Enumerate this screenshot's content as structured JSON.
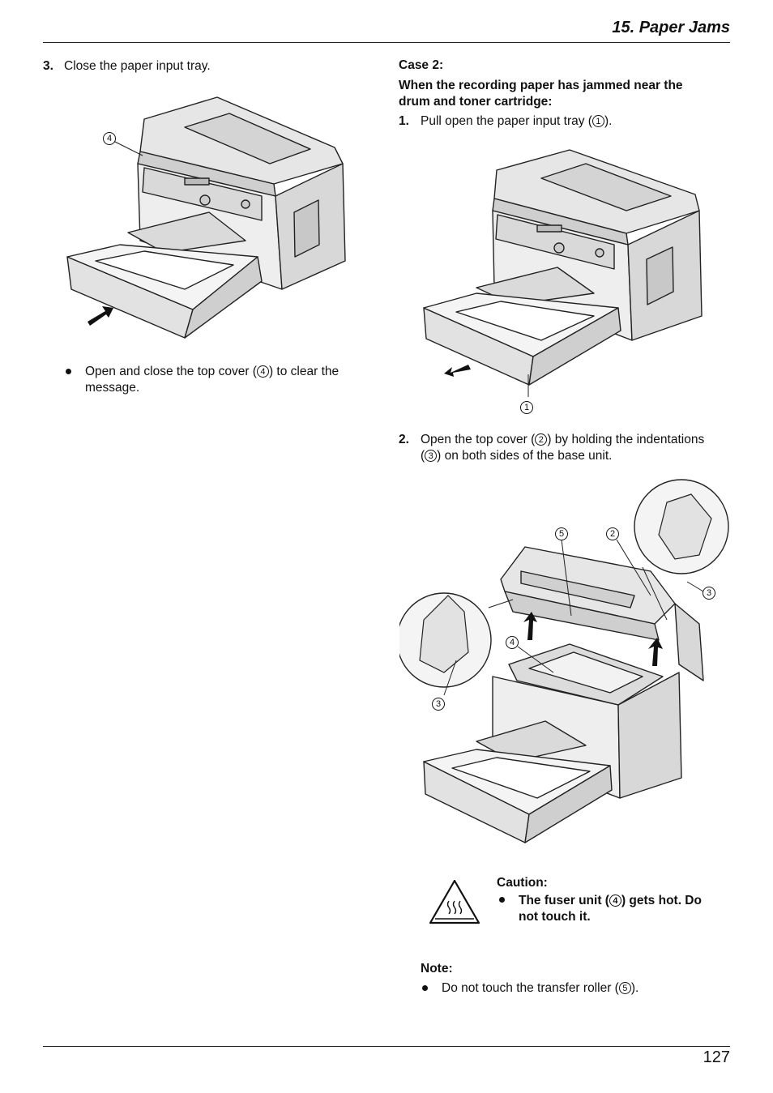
{
  "header": {
    "title": "15. Paper Jams"
  },
  "left": {
    "step3": {
      "num": "3.",
      "text": "Close the paper input tray."
    },
    "bullet": {
      "pre": "Open and close the top cover (",
      "circ": "4",
      "post": ") to clear the",
      "line2": "message."
    }
  },
  "right": {
    "case_title": "Case 2:",
    "case_desc_1": "When the recording paper has jammed near the",
    "case_desc_2": "drum and toner cartridge:",
    "step1": {
      "num": "1.",
      "pre": "Pull open the paper input tray (",
      "circ": "1",
      "post": ")."
    },
    "step2": {
      "num": "2.",
      "pre": "Open the top cover (",
      "circ1": "2",
      "mid": ") by holding the indentations",
      "l2pre": "(",
      "circ2": "3",
      "l2post": ") on both sides of the base unit."
    },
    "caution": {
      "title": "Caution:",
      "pre": "The fuser unit (",
      "circ": "4",
      "post": ") gets hot. Do",
      "line2": "not touch it."
    },
    "note": {
      "title": "Note:",
      "pre": "Do not touch the transfer roller (",
      "circ": "5",
      "post": ")."
    }
  },
  "callouts": {
    "fig1_c4": "4",
    "fig2_c1": "1",
    "fig3_c5": "5",
    "fig3_c2": "2",
    "fig3_c3a": "3",
    "fig3_c4": "4",
    "fig3_c3b": "3"
  },
  "footer": {
    "page": "127"
  }
}
